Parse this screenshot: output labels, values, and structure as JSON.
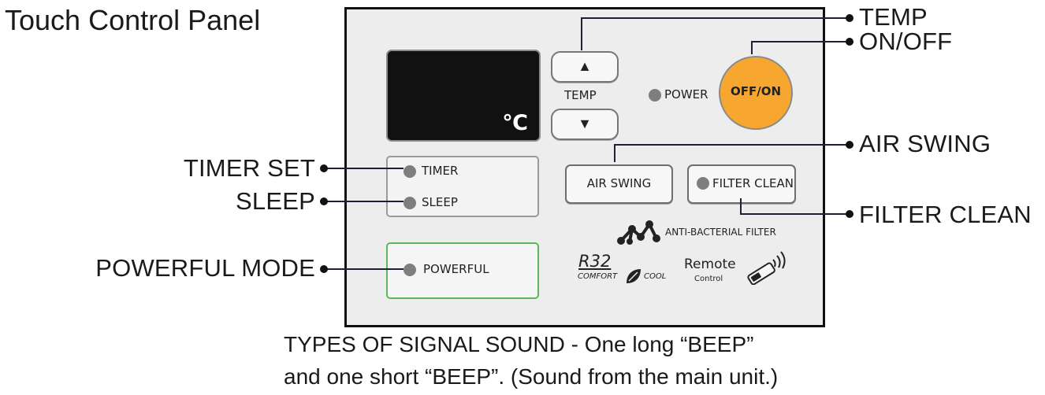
{
  "title": "Touch Control Panel",
  "callouts": {
    "temp": "TEMP",
    "onoff": "ON/OFF",
    "air_swing": "AIR SWING",
    "filter_clean": "FILTER CLEAN",
    "timer_set": "TIMER SET",
    "sleep": "SLEEP",
    "powerful_mode": "POWERFUL MODE"
  },
  "panel": {
    "display_unit": "℃",
    "temp_up_glyph": "▲",
    "temp_down_glyph": "▼",
    "temp_label": "TEMP",
    "power_label": "POWER",
    "onoff_label": "OFF/ON",
    "timer_label": "TIMER",
    "sleep_label": "SLEEP",
    "air_swing_label": "AIR SWING",
    "filter_clean_label": "FILTER CLEAN",
    "anti_bacterial_label": "ANTI-BACTERIAL FILTER",
    "powerful_label": "POWERFUL",
    "r32_label": "R32",
    "comfort_label": "COMFORT",
    "cool_label": "COOL",
    "remote_label": "Remote",
    "control_label": "Control"
  },
  "note": {
    "line1": "TYPES OF SIGNAL SOUND - One long “BEEP”",
    "line2": "and one short “BEEP”. (Sound from the main unit.)"
  },
  "colors": {
    "onoff_button": "#f7a730",
    "powerful_border": "#5cb85c",
    "led": "#7e7e7e",
    "display": "#111111"
  }
}
